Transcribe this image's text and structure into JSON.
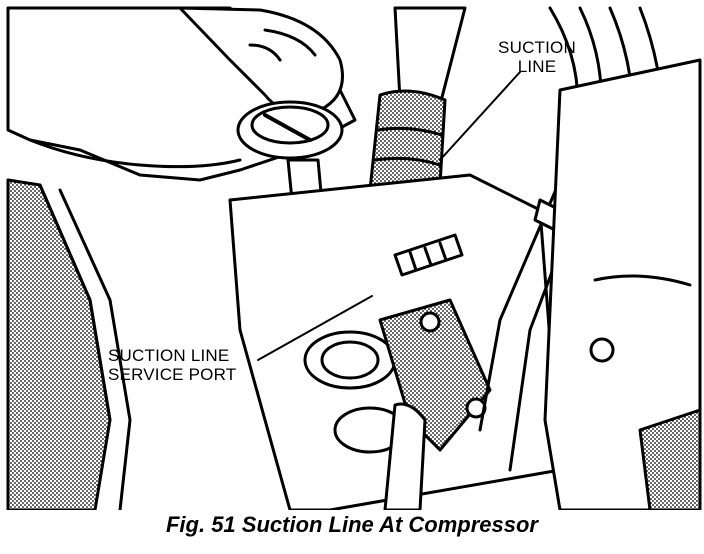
{
  "figure": {
    "callouts": {
      "suction_line": {
        "line1": "SUCTION",
        "line2": "LINE"
      },
      "service_port": {
        "line1": "SUCTION LINE",
        "line2": "SERVICE PORT"
      }
    },
    "caption": "Fig. 51 Suction Line At Compressor"
  },
  "colors": {
    "ink": "#000000",
    "paper": "#ffffff",
    "shade": "#9a9a9a"
  }
}
